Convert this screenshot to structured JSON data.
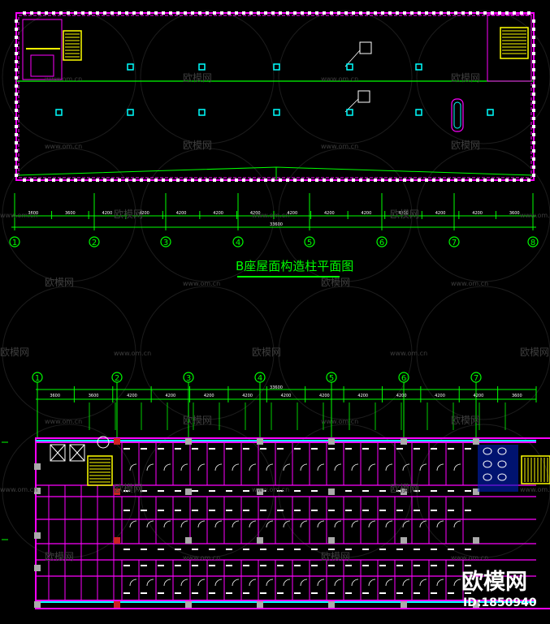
{
  "title": "B座屋面构造柱平面图",
  "watermarks": {
    "url": "www.om.cn",
    "brand": "欧模网",
    "stamp_brand": "欧模网",
    "stamp_id": "ID:1850940"
  },
  "top_plan": {
    "axes": [
      "1",
      "2",
      "3",
      "4",
      "5",
      "6",
      "7",
      "8"
    ],
    "dims": [
      "3600",
      "3600",
      "4200",
      "4200",
      "4200",
      "4200",
      "4200",
      "4200",
      "4200",
      "4200",
      "4200",
      "4200",
      "4200",
      "3600"
    ],
    "total_dim": "33600"
  },
  "bottom_plan": {
    "axes": [
      "1",
      "2",
      "3",
      "4",
      "5",
      "6",
      "7"
    ],
    "dims": [
      "3600",
      "3600",
      "4200",
      "4200",
      "4200",
      "4200",
      "4200",
      "4200",
      "4200",
      "4200",
      "4200",
      "4200",
      "3600"
    ],
    "total_dim": "33600"
  },
  "colors": {
    "background": "#000000",
    "wall": "#ff00ff",
    "dimension": "#00ff00",
    "axis": "#00ff00",
    "column": "#00ffff",
    "stair": "#ffff00",
    "text": "#ffffff",
    "title": "#00ff00",
    "hatch": "#0033ff",
    "watermark": "#3a3a3a"
  }
}
